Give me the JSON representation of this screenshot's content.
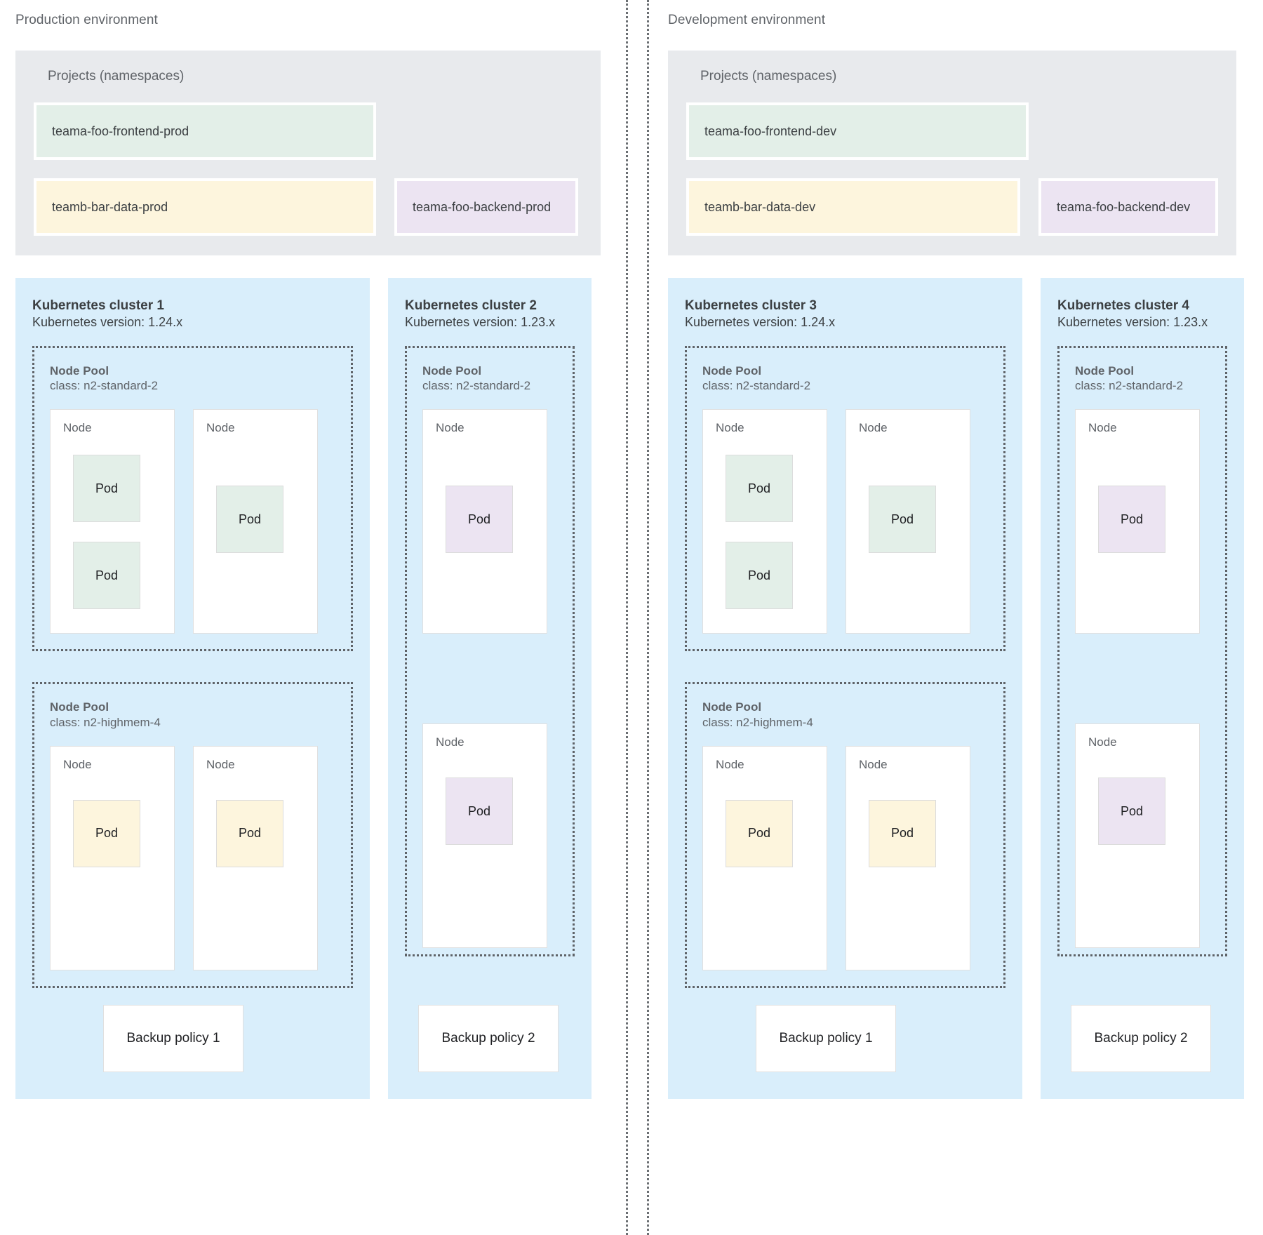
{
  "environments": [
    {
      "title": "Production environment",
      "projects": {
        "title": "Projects (namespaces)",
        "namespaces": [
          {
            "name": "teama-foo-frontend-prod",
            "color": "green"
          },
          {
            "name": "teamb-bar-data-prod",
            "color": "yellow"
          },
          {
            "name": "teama-foo-backend-prod",
            "color": "purple"
          }
        ]
      },
      "clusters": [
        {
          "name": "Kubernetes cluster 1",
          "version": "Kubernetes version: 1.24.x",
          "node_pools": [
            {
              "name": "Node Pool",
              "class": "class: n2-standard-2",
              "nodes": [
                {
                  "label": "Node",
                  "pods": [
                    {
                      "label": "Pod",
                      "color": "green"
                    },
                    {
                      "label": "Pod",
                      "color": "green"
                    }
                  ]
                },
                {
                  "label": "Node",
                  "pods": [
                    {
                      "label": "Pod",
                      "color": "green"
                    }
                  ]
                }
              ]
            },
            {
              "name": "Node Pool",
              "class": "class: n2-highmem-4",
              "nodes": [
                {
                  "label": "Node",
                  "pods": [
                    {
                      "label": "Pod",
                      "color": "yellow"
                    }
                  ]
                },
                {
                  "label": "Node",
                  "pods": [
                    {
                      "label": "Pod",
                      "color": "yellow"
                    }
                  ]
                }
              ]
            }
          ],
          "backup_policy": "Backup policy 1"
        },
        {
          "name": "Kubernetes cluster 2",
          "version": "Kubernetes version: 1.23.x",
          "node_pools": [
            {
              "name": "Node Pool",
              "class": "class: n2-standard-2",
              "nodes": [
                {
                  "label": "Node",
                  "pods": [
                    {
                      "label": "Pod",
                      "color": "purple"
                    }
                  ]
                },
                {
                  "label": "Node",
                  "pods": [
                    {
                      "label": "Pod",
                      "color": "purple"
                    }
                  ]
                }
              ]
            }
          ],
          "backup_policy": "Backup policy 2"
        }
      ]
    },
    {
      "title": "Development environment",
      "projects": {
        "title": "Projects (namespaces)",
        "namespaces": [
          {
            "name": "teama-foo-frontend-dev",
            "color": "green"
          },
          {
            "name": "teamb-bar-data-dev",
            "color": "yellow"
          },
          {
            "name": "teama-foo-backend-dev",
            "color": "purple"
          }
        ]
      },
      "clusters": [
        {
          "name": "Kubernetes cluster 3",
          "version": "Kubernetes version: 1.24.x",
          "node_pools": [
            {
              "name": "Node Pool",
              "class": "class: n2-standard-2",
              "nodes": [
                {
                  "label": "Node",
                  "pods": [
                    {
                      "label": "Pod",
                      "color": "green"
                    },
                    {
                      "label": "Pod",
                      "color": "green"
                    }
                  ]
                },
                {
                  "label": "Node",
                  "pods": [
                    {
                      "label": "Pod",
                      "color": "green"
                    }
                  ]
                }
              ]
            },
            {
              "name": "Node Pool",
              "class": "class: n2-highmem-4",
              "nodes": [
                {
                  "label": "Node",
                  "pods": [
                    {
                      "label": "Pod",
                      "color": "yellow"
                    }
                  ]
                },
                {
                  "label": "Node",
                  "pods": [
                    {
                      "label": "Pod",
                      "color": "yellow"
                    }
                  ]
                }
              ]
            }
          ],
          "backup_policy": "Backup policy 1"
        },
        {
          "name": "Kubernetes cluster 4",
          "version": "Kubernetes version: 1.23.x",
          "node_pools": [
            {
              "name": "Node Pool",
              "class": "class: n2-standard-2",
              "nodes": [
                {
                  "label": "Node",
                  "pods": [
                    {
                      "label": "Pod",
                      "color": "purple"
                    }
                  ]
                },
                {
                  "label": "Node",
                  "pods": [
                    {
                      "label": "Pod",
                      "color": "purple"
                    }
                  ]
                }
              ]
            }
          ],
          "backup_policy": "Backup policy 2"
        }
      ]
    }
  ],
  "colors": {
    "green": "#e3efe8",
    "yellow": "#fdf5dd",
    "purple": "#ece4f2",
    "cluster_bg": "#d9eefb",
    "projects_bg": "#e8eaed",
    "text": "#3c4043",
    "muted_text": "#5f6368"
  }
}
